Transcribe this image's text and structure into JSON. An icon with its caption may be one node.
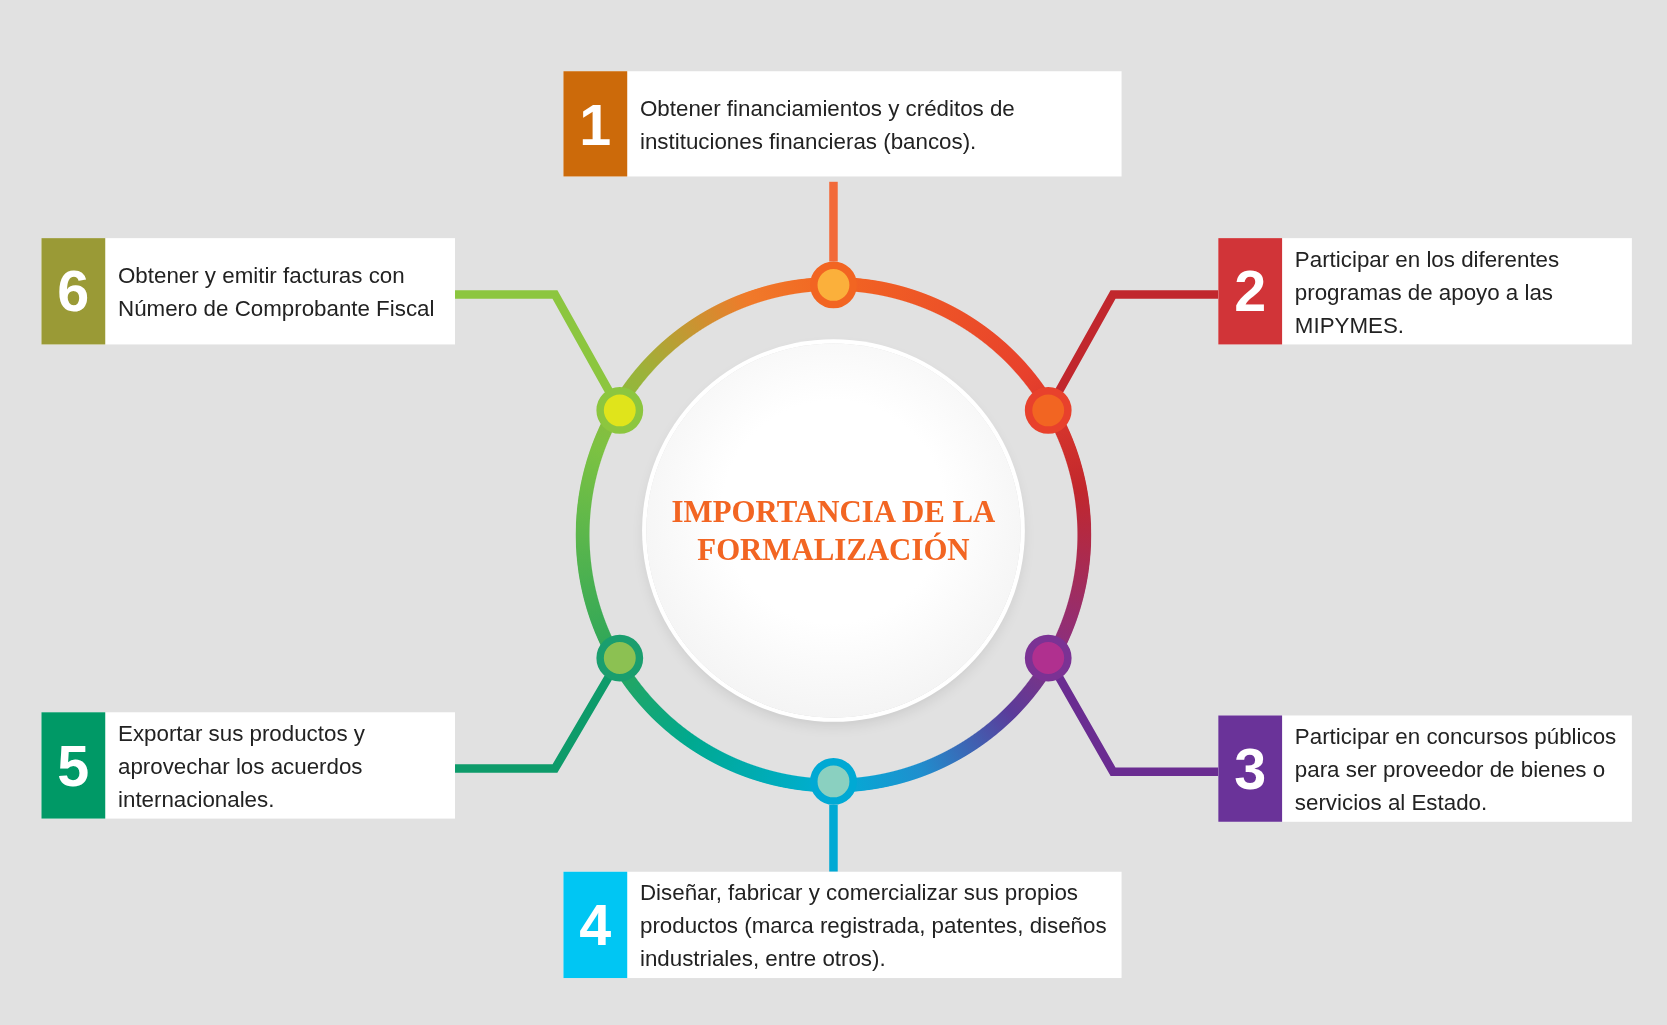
{
  "diagram": {
    "nodes": [
      {
        "text": [
          "IMPORTANCIA DE LA FORMALIZACIÓN"
        ]
      },
      {
        "text": [
          "1",
          "Obtener financiamientos y créditos de instituciones financieras (bancos)."
        ]
      },
      {
        "text": [
          "2",
          "Participar en los diferentes programas de apoyo a las MIPYMES."
        ]
      },
      {
        "text": [
          "3",
          "Participar en concursos públicos para ser proveedor de bienes o servicios al Estado."
        ]
      },
      {
        "text": [
          "4",
          "Diseñar, fabricar y comercializar sus propios productos (marca registrada, patentes, diseños industriales, entre otros)."
        ]
      },
      {
        "text": [
          "5",
          "Exportar sus productos y aprovechar los acuerdos internacionales."
        ]
      },
      {
        "text": [
          "6",
          "Obtener y emitir facturas con Número de Comprobante Fiscal"
        ]
      },
      {
        "text": [],
        "shape": "circle"
      },
      {
        "text": [],
        "shape": "circle"
      },
      {
        "text": [],
        "shape": "circle"
      },
      {
        "text": [],
        "shape": "circle"
      },
      {
        "text": [],
        "shape": "circle"
      },
      {
        "text": [],
        "shape": "circle"
      }
    ],
    "edges": [
      {
        "from": 7,
        "to": 1,
        "arrow": "none",
        "color": "#f26a3a"
      },
      {
        "from": 8,
        "to": 2,
        "arrow": "none",
        "color": "#c1272d"
      },
      {
        "from": 9,
        "to": 3,
        "arrow": "none",
        "color": "#6a2c91"
      },
      {
        "from": 10,
        "to": 4,
        "arrow": "none",
        "color": "#00a9d4"
      },
      {
        "from": 11,
        "to": 5,
        "arrow": "none",
        "color": "#0d9b6a"
      },
      {
        "from": 12,
        "to": 6,
        "arrow": "none",
        "color": "#8cc63f"
      }
    ]
  }
}
